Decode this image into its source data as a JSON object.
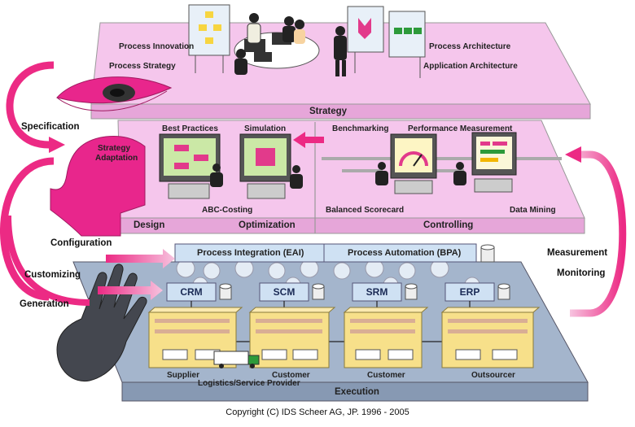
{
  "strategy": {
    "title": "Strategy",
    "items": [
      "Process Innovation",
      "Process Strategy",
      "Process Architecture",
      "Application Architecture"
    ]
  },
  "middle": {
    "design_title": "Design",
    "optimization_title": "Optimization",
    "controlling_title": "Controlling",
    "strategy_adaptation": [
      "Strategy",
      "Adaptation"
    ],
    "best_practices": "Best Practices",
    "simulation": "Simulation",
    "abc_costing": "ABC-Costing",
    "benchmarking": "Benchmarking",
    "performance_measurement": "Performance Measurement",
    "balanced_scorecard": "Balanced Scorecard",
    "data_mining": "Data Mining"
  },
  "execution": {
    "title": "Execution",
    "eai": "Process Integration (EAI)",
    "bpa": "Process Automation (BPA)",
    "systems": [
      "CRM",
      "SCM",
      "SRM",
      "ERP"
    ],
    "partners": [
      "Supplier",
      "Customer",
      "Customer",
      "Outsourcer"
    ],
    "logistics": "Logistics/Service Provider"
  },
  "side_labels": {
    "specification": "Specification",
    "configuration": "Configuration",
    "customizing": "Customizing",
    "generation": "Generation",
    "measurement": "Measurement",
    "monitoring": "Monitoring"
  },
  "copyright": "Copyright (C) IDS Scheer AG, JP. 1996 - 2005",
  "colors": {
    "platform_pink": "#f5c6ec",
    "bar_pink": "#e6a6d9",
    "execution_blue": "#a4b5cc",
    "arrow_magenta": "#ec2a84",
    "building_yellow": "#f7e08a"
  }
}
